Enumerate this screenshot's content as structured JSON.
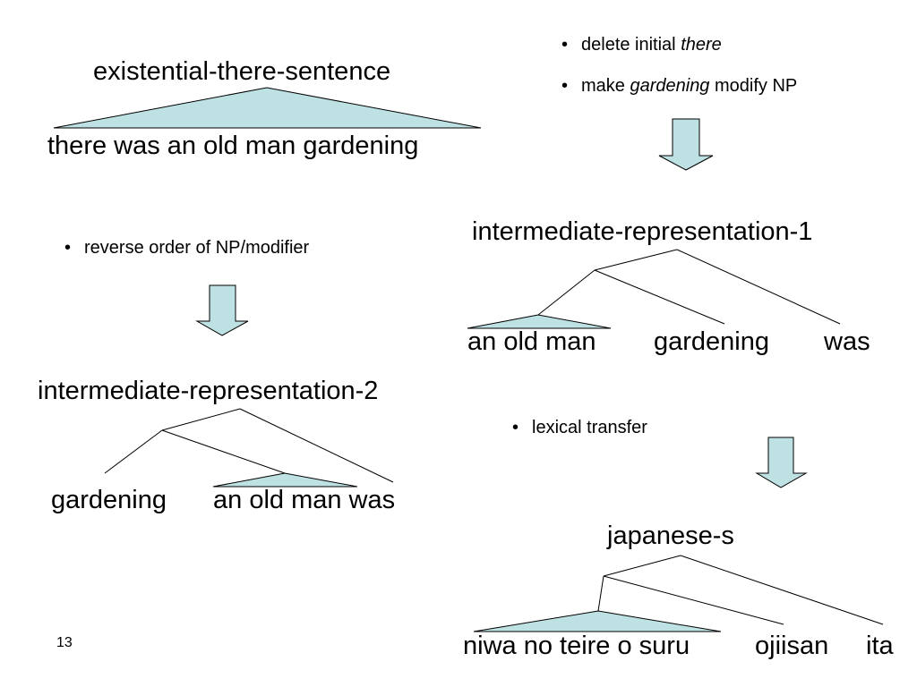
{
  "colors": {
    "triangle_fill": "#BEE1E4",
    "arrow_fill": "#BEE1E4",
    "stroke": "#000000"
  },
  "trees": {
    "existential": {
      "root": "existential-there-sentence",
      "leaves": [
        "there was an old man gardening"
      ]
    },
    "ir1": {
      "root": "intermediate-representation-1",
      "leaves": [
        "an old man",
        "gardening",
        "was"
      ]
    },
    "ir2": {
      "root": "intermediate-representation-2",
      "leaves": [
        "gardening",
        "an old man was"
      ]
    },
    "japanese": {
      "root": "japanese-s",
      "leaves": [
        "niwa no teire o suru",
        "ojiisan",
        "ita"
      ]
    }
  },
  "steps": {
    "step1": {
      "bullets": [
        {
          "text": "delete initial ",
          "em": "there",
          "after": ""
        },
        {
          "text": "make ",
          "em": "gardening",
          "after": " modify NP"
        }
      ]
    },
    "step2": {
      "bullets": [
        {
          "text": "reverse order of NP/modifier"
        }
      ]
    },
    "step3": {
      "bullets": [
        {
          "text": "lexical transfer"
        }
      ]
    }
  },
  "bullet_symbol": "•",
  "page_number": "13"
}
